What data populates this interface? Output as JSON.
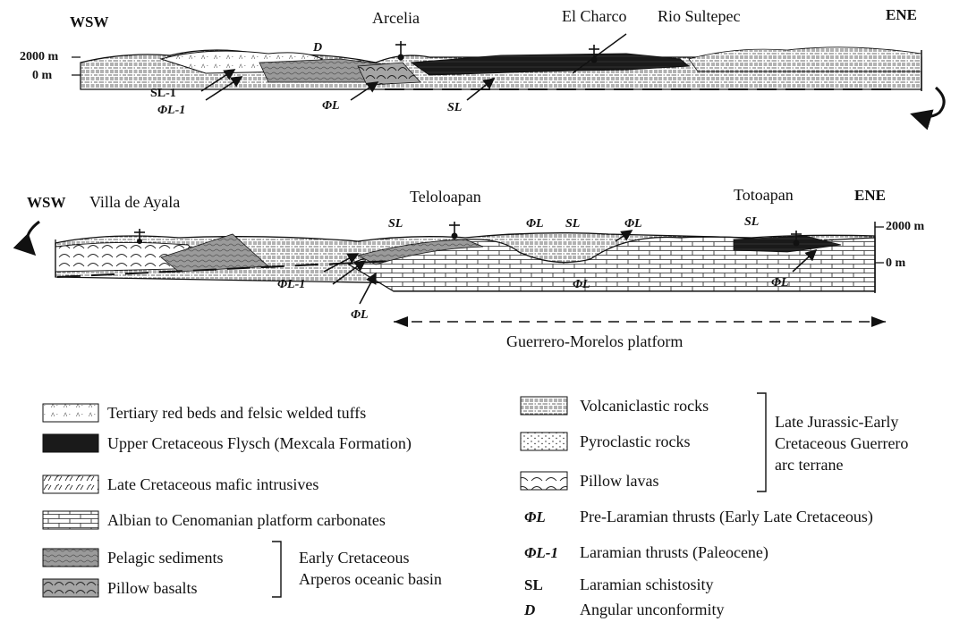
{
  "section_top": {
    "dir_left": "WSW",
    "dir_right": "ENE",
    "places": [
      "Arcelia",
      "El Charco",
      "Rio Sultepec"
    ],
    "scale_top": "2000 m",
    "scale_zero": "0 m",
    "labels": {
      "d": "D",
      "sl1": "SL-1",
      "phil1": "ΦL-1",
      "phil": "ΦL",
      "sl": "SL"
    }
  },
  "section_bottom": {
    "dir_left": "WSW",
    "dir_right": "ENE",
    "places": [
      "Villa de Ayala",
      "Teloloapan",
      "Totoapan"
    ],
    "scale_top": "2000 m",
    "scale_zero": "0 m",
    "labels": {
      "sl_a": "SL",
      "phil_a": "ΦL",
      "sl_b": "SL",
      "phil_b": "ΦL",
      "sl_c": "SL",
      "phil1": "ΦL-1",
      "phil_c": "ΦL",
      "phil_d": "ΦL",
      "phil_e": "ΦL"
    },
    "platform_label": "Guerrero-Morelos platform"
  },
  "legend": {
    "left": [
      "Tertiary red beds and felsic welded tuffs",
      "Upper Cretaceous Flysch (Mexcala Formation)",
      "Late Cretaceous mafic intrusives",
      "Albian to Cenomanian platform carbonates",
      "Pelagic sediments",
      "Pillow basalts"
    ],
    "left_group": [
      "Early Cretaceous",
      "Arperos oceanic basin"
    ],
    "right": [
      "Volcaniclastic rocks",
      "Pyroclastic rocks",
      "Pillow lavas"
    ],
    "right_group": [
      "Late Jurassic-Early",
      "Cretaceous Guerrero",
      "arc terrane"
    ],
    "symbols": [
      {
        "symbol": "ΦL",
        "text": "Pre-Laramian thrusts (Early Late Cretaceous)"
      },
      {
        "symbol": "ΦL-1",
        "text": "Laramian thrusts (Paleocene)"
      },
      {
        "symbol": "SL",
        "text": "Laramian schistosity"
      },
      {
        "symbol": "D",
        "text": "Angular unconformity"
      }
    ]
  }
}
